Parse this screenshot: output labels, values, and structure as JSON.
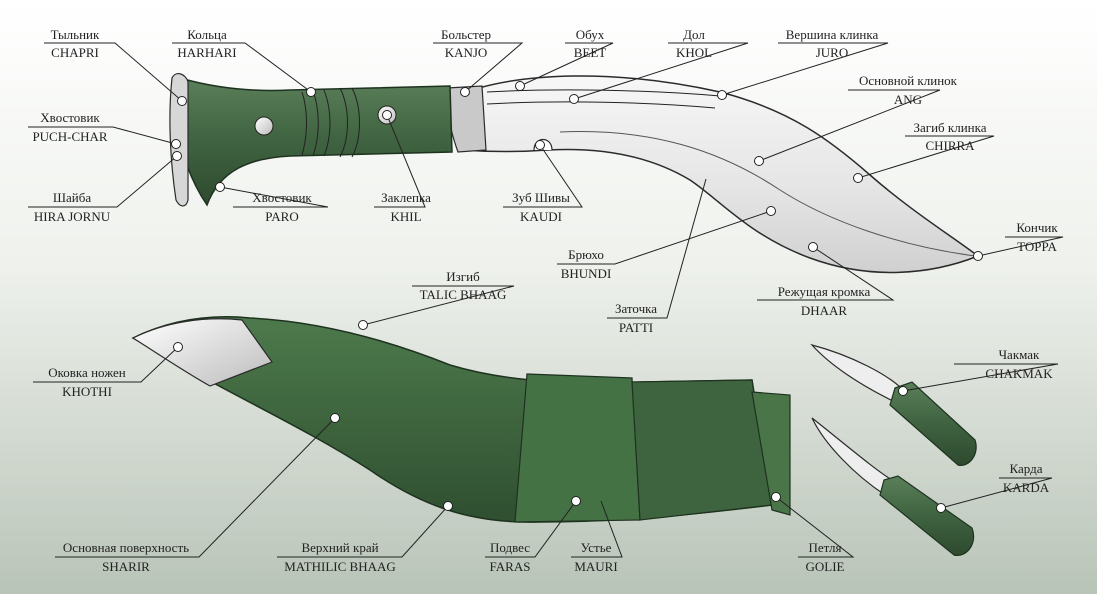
{
  "colors": {
    "handle": "#3f6340",
    "handle_dark": "#2f4d31",
    "blade": "#ececec",
    "sheath": "#416641",
    "sheath_dark": "#335534"
  },
  "labels": {
    "chapri": {
      "ru": "Тыльник",
      "en": "CHAPRI"
    },
    "harhari": {
      "ru": "Кольца",
      "en": "HARHARI"
    },
    "kanjo": {
      "ru": "Больстер",
      "en": "KANJO"
    },
    "beet": {
      "ru": "Обух",
      "en": "BEET"
    },
    "khol": {
      "ru": "Дол",
      "en": "KHOL"
    },
    "juro": {
      "ru": "Вершина клинка",
      "en": "JURO"
    },
    "ang": {
      "ru": "Основной клинок",
      "en": "ANG"
    },
    "chirra": {
      "ru": "Загиб клинка",
      "en": "CHIRRA"
    },
    "puch_char": {
      "ru": "Хвостовик",
      "en": "PUCH-CHAR"
    },
    "hira_jornu": {
      "ru": "Шайба",
      "en": "HIRA JORNU"
    },
    "paro": {
      "ru": "Хвостовик",
      "en": "PARO"
    },
    "khil": {
      "ru": "Заклепка",
      "en": "KHIL"
    },
    "kaudi": {
      "ru": "Зуб Шивы",
      "en": "KAUDI"
    },
    "toppa": {
      "ru": "Кончик",
      "en": "TOPPA"
    },
    "bhundi": {
      "ru": "Брюхо",
      "en": "BHUNDI"
    },
    "dhaar": {
      "ru": "Режущая кромка",
      "en": "DHAAR"
    },
    "patti": {
      "ru": "Заточка",
      "en": "PATTI"
    },
    "talic_bhaag": {
      "ru": "Изгиб",
      "en": "TALIC BHAAG"
    },
    "khothi": {
      "ru": "Оковка ножен",
      "en": "KHOTHI"
    },
    "chakmak": {
      "ru": "Чакмак",
      "en": "CHAKMAK"
    },
    "karda": {
      "ru": "Карда",
      "en": "KARDA"
    },
    "sharir": {
      "ru": "Основная поверхность",
      "en": "SHARIR"
    },
    "mathilic_bhaag": {
      "ru": "Верхний край",
      "en": "MATHILIC BHAAG"
    },
    "faras": {
      "ru": "Подвес",
      "en": "FARAS"
    },
    "mauri": {
      "ru": "Устье",
      "en": "MAURI"
    },
    "golie": {
      "ru": "Петля",
      "en": "GOLIE"
    }
  }
}
